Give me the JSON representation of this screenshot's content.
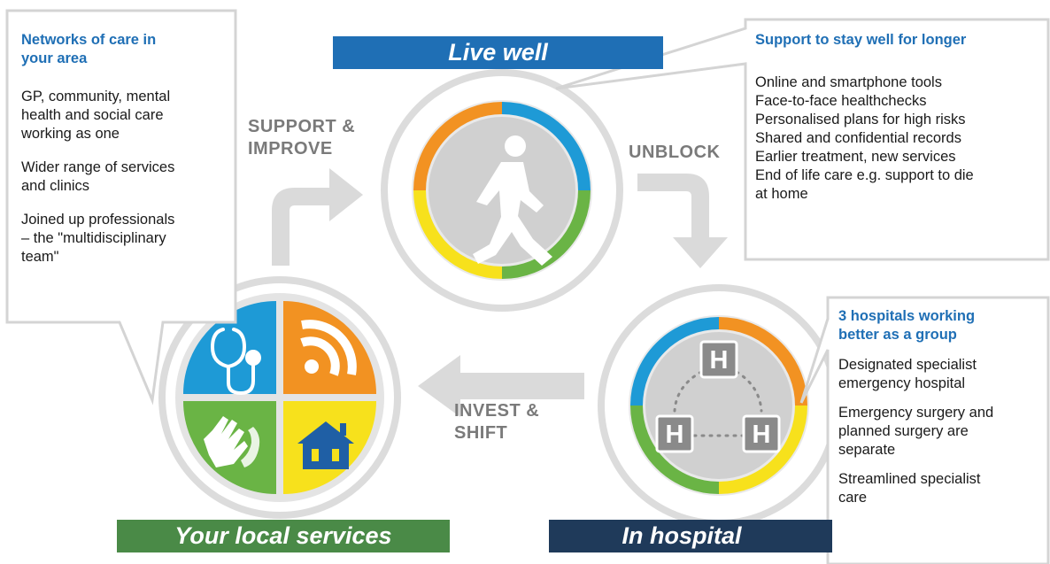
{
  "banners": {
    "live_well": "Live well",
    "local_services": "Your local services",
    "in_hospital": "In hospital"
  },
  "flow_labels": {
    "support_improve": [
      "SUPPORT &",
      "IMPROVE"
    ],
    "unblock": "UNBLOCK",
    "invest_shift": [
      "INVEST &",
      "SHIFT"
    ]
  },
  "callouts": {
    "networks": {
      "title": [
        "Networks of care in",
        "your area"
      ],
      "items": [
        [
          "GP, community, mental",
          "health and social care",
          "working as one"
        ],
        [
          "Wider range of services",
          "and clinics"
        ],
        [
          "Joined up professionals",
          "– the \"multidisciplinary",
          "team\""
        ]
      ]
    },
    "stay_well": {
      "title": "Support to stay well for longer",
      "items": [
        "Online and smartphone tools",
        "Face-to-face healthchecks",
        "Personalised plans for high risks",
        "Shared and confidential records",
        "Earlier treatment, new services",
        "End of life care e.g. support to die",
        "at home"
      ]
    },
    "hospitals": {
      "title": [
        "3 hospitals working",
        "better as a group"
      ],
      "items": [
        [
          "Designated specialist",
          "emergency hospital"
        ],
        [
          "Emergency surgery and",
          "planned surgery are",
          "separate"
        ],
        [
          "Streamlined specialist",
          "care"
        ]
      ]
    }
  },
  "hospital_icon_letter": "H",
  "icons": [
    "walking-person-icon",
    "stethoscope-icon",
    "rss-icon",
    "hands-icon",
    "home-icon",
    "hospital-h-icon"
  ],
  "colors": {
    "blue": "#1e9ad6",
    "orange": "#f29222",
    "green": "#6ab445",
    "yellow": "#f7e11c",
    "live_well_banner": "#1f6fb5",
    "local_banner": "#4a8a47",
    "hospital_banner": "#1f3a5a",
    "title_text": "#1f6fb5",
    "arrow_grey": "#dadada"
  }
}
